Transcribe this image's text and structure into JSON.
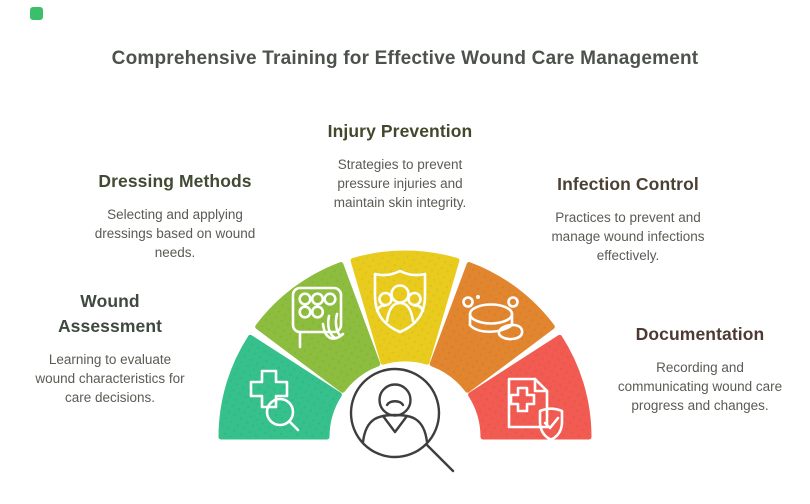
{
  "title": "Comprehensive Training for Effective Wound Care Management",
  "title_color": "#4d524d",
  "corner_mark_color": "#3cbf6d",
  "body_text_color": "#5b5a54",
  "center_icon": "person-magnifier-icon",
  "center_icon_color": "#3e3e3e",
  "sections": [
    {
      "heading": "Wound Assessment",
      "body": "Learning to evaluate wound characteristics for care decisions.",
      "segment_color": "#35c08c",
      "heading_color": "#40493f",
      "icon": "cross-magnifier-icon"
    },
    {
      "heading": "Dressing Methods",
      "body": "Selecting and applying dressings based on wound needs.",
      "segment_color": "#8dbd3e",
      "heading_color": "#414a33",
      "icon": "dressing-tray-hand-icon"
    },
    {
      "heading": "Injury Prevention",
      "body": "Strategies to prevent pressure injuries and maintain skin integrity.",
      "segment_color": "#e9cb1e",
      "heading_color": "#45472c",
      "icon": "shield-people-icon"
    },
    {
      "heading": "Infection Control",
      "body": "Practices to prevent and manage wound infections effectively.",
      "segment_color": "#e2852f",
      "heading_color": "#4a4134",
      "icon": "gauze-germs-icon"
    },
    {
      "heading": "Documentation",
      "body": "Recording and communicating wound care progress and changes.",
      "segment_color": "#f15b51",
      "heading_color": "#4c3a33",
      "icon": "medical-document-shield-icon"
    }
  ]
}
